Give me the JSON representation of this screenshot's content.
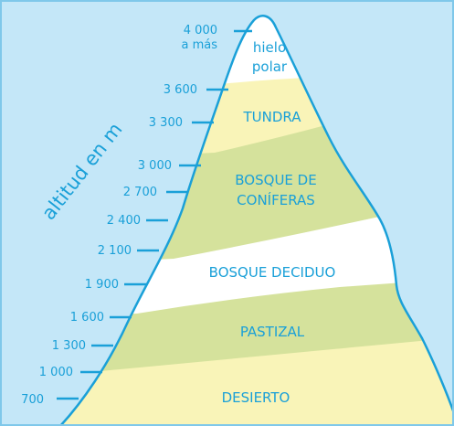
{
  "axis_title": "altitud en m",
  "altitudes": [
    {
      "line1": "4 000",
      "line2": "a más"
    },
    {
      "line1": "3 600"
    },
    {
      "line1": "3 300"
    },
    {
      "line1": "3 000"
    },
    {
      "line1": "2 700"
    },
    {
      "line1": "2 400"
    },
    {
      "line1": "2 100"
    },
    {
      "line1": "1 900"
    },
    {
      "line1": "1 600"
    },
    {
      "line1": "1 300"
    },
    {
      "line1": "1 000"
    },
    {
      "line1": "700"
    }
  ],
  "zones": [
    {
      "line1": "hielo",
      "line2": "polar",
      "color": "#ffffff"
    },
    {
      "line1": "TUNDRA",
      "color": "#f9f4b8"
    },
    {
      "line1": "BOSQUE DE",
      "line2": "CONÍFERAS",
      "color": "#d5e29c"
    },
    {
      "line1": "BOSQUE DECIDUO",
      "color": "#ffffff"
    },
    {
      "line1": "PASTIZAL",
      "color": "#d5e29c"
    },
    {
      "line1": "DESIERTO",
      "color": "#f9f4b8"
    }
  ],
  "colors": {
    "sky": "#c4e7f8",
    "outline": "#1aa0d8",
    "text": "#1aa0d8",
    "frame": "#7fc8ea"
  }
}
